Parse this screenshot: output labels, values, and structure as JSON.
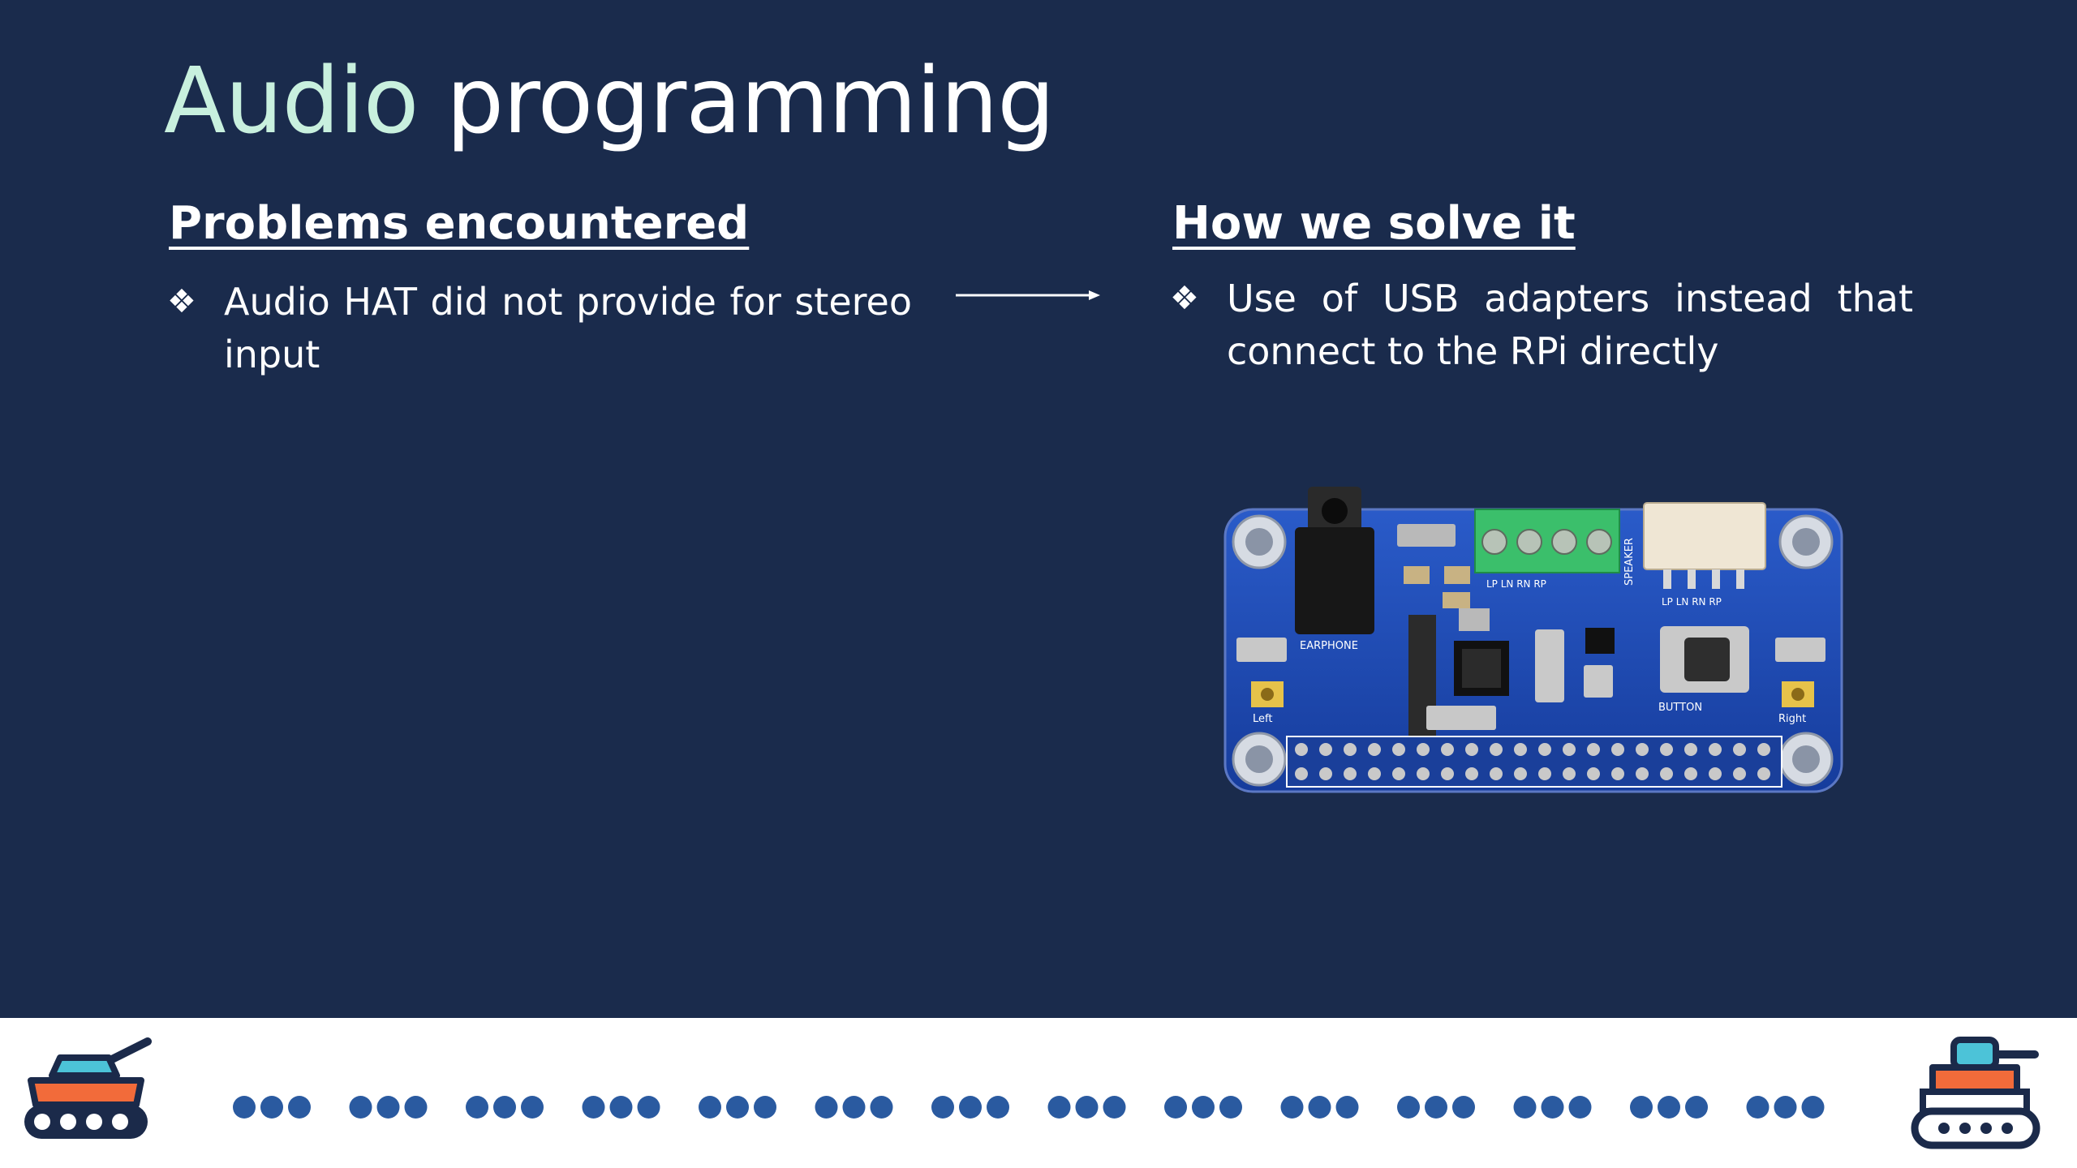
{
  "slide": {
    "title_part1": "Audio",
    "title_part2": "programming",
    "left": {
      "heading": "Problems encountered",
      "bullet": "Audio HAT did not provide for stereo input"
    },
    "right": {
      "heading": "How we solve it",
      "bullet": "Use of USB adapters instead that connect to the RPi directly"
    },
    "bullet_glyph": "❖",
    "board_labels": {
      "earphone": "EARPHONE",
      "speaker": "SPEAKER",
      "button": "BUTTON",
      "left": "Left",
      "right": "Right",
      "terminal_top": "LP LN RN RP",
      "terminal_bottom": "LP LN RN RP"
    }
  },
  "footer": {
    "dot_groups": 14,
    "icons": [
      "tank-left-icon",
      "tank-right-icon"
    ]
  },
  "colors": {
    "background": "#1a2b4c",
    "title_accent": "#c8f0de",
    "text": "#ffffff",
    "footer_bg": "#ffffff",
    "dots": "#2a5aa0",
    "board_blue": "#1d48b4",
    "terminal_green": "#3bbf6b",
    "tank_orange": "#f26b3a",
    "tank_teal": "#4cc3d8",
    "tank_navy": "#1b2a4a"
  }
}
